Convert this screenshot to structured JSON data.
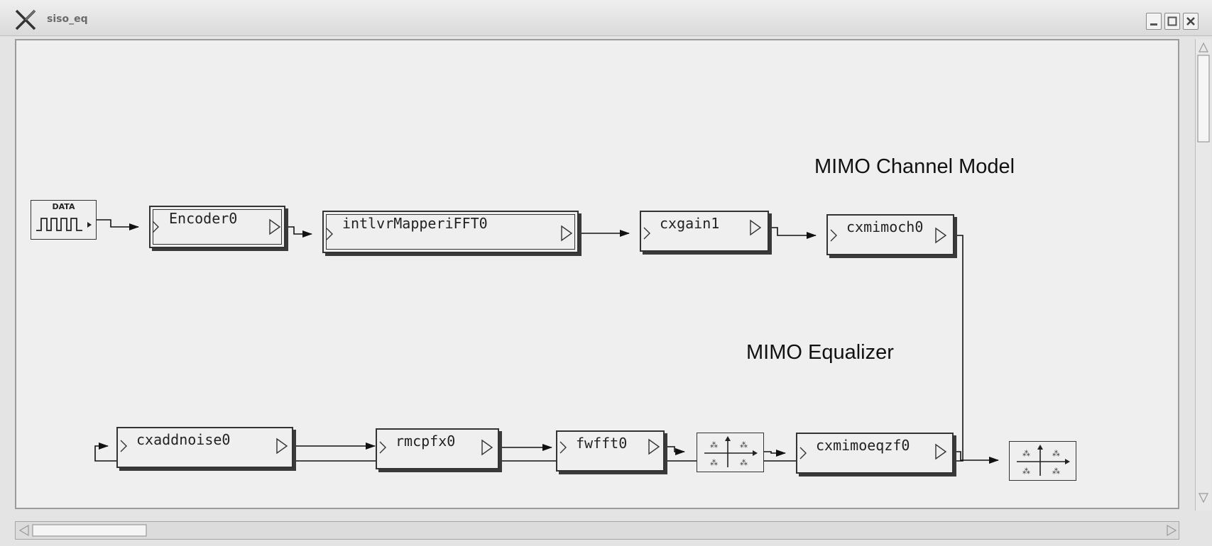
{
  "window": {
    "title": "siso_eq"
  },
  "blocks": {
    "data_source": "DATA",
    "encoder": "Encoder0",
    "intlvr": "intlvrMapperiFFT0",
    "cxgain": "cxgain1",
    "cxmimoch": "cxmimoch0",
    "cxaddnoise": "cxaddnoise0",
    "rmcpfx": "rmcpfx0",
    "fwfft": "fwfft0",
    "cxmimoeqzf": "cxmimoeqzf0"
  },
  "annotations": {
    "channel_model": "MIMO Channel Model",
    "equalizer": "MIMO Equalizer"
  },
  "icons": [
    "x-app-icon",
    "minimize-icon",
    "maximize-icon",
    "close-icon",
    "scroll-up-arrow-icon",
    "scroll-down-arrow-icon",
    "scroll-left-arrow-icon",
    "scroll-right-arrow-icon",
    "constellation-plot-icon",
    "square-wave-icon"
  ]
}
